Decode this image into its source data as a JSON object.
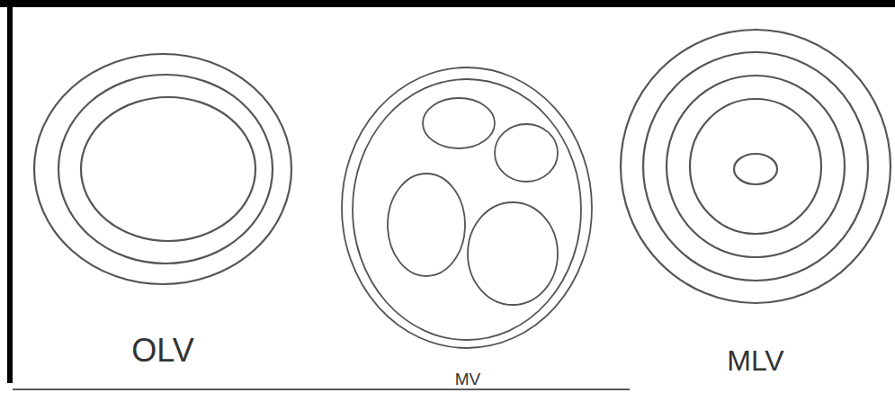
{
  "diagram": {
    "labels": [
      "OLV",
      "MV",
      "MLV"
    ]
  }
}
